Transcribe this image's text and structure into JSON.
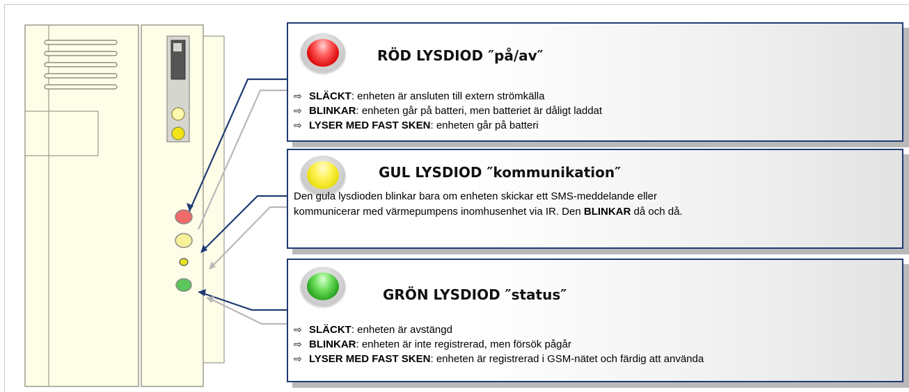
{
  "panels": [
    {
      "id": "red",
      "led_color": "red",
      "title": "RÖD LYSDIOD ″på/av″",
      "items": [
        {
          "term": "SLÄCKT",
          "text": ": enheten är ansluten till extern strömkälla"
        },
        {
          "term": "BLINKAR",
          "text": ": enheten går på batteri, men batteriet är dåligt laddat"
        },
        {
          "term": "LYSER MED FAST SKEN",
          "text": ": enheten går på batteri"
        }
      ]
    },
    {
      "id": "yellow",
      "led_color": "yellow",
      "title": "GUL LYSDIOD ″kommunikation″",
      "paragraph_line1": "Den gula lysdioden blinkar bara om enheten skickar ett SMS-meddelande eller",
      "paragraph_line2_before": "kommunicerar med värmepumpens inomhusenhet via IR. Den ",
      "paragraph_line2_bold": "BLINKAR",
      "paragraph_line2_after": " då och då."
    },
    {
      "id": "green",
      "led_color": "green",
      "title": "GRÖN LYSDIOD ″status″",
      "items": [
        {
          "term": "SLÄCKT",
          "text": ": enheten är avstängd"
        },
        {
          "term": "BLINKAR",
          "text": ": enheten är inte registrerad, men försök pågår"
        },
        {
          "term": "LYSER MED FAST SKEN",
          "text": ": enheten är registrerad i GSM-nätet och färdig att använda"
        }
      ]
    }
  ],
  "bullet_symbol": "⇨",
  "colors": {
    "panel_border": "#1f3a73",
    "device_fill": "#fdfde8",
    "device_stroke": "#9a9a8a",
    "connector_dark": "#1f3a73",
    "connector_light": "#b8b8b8"
  }
}
